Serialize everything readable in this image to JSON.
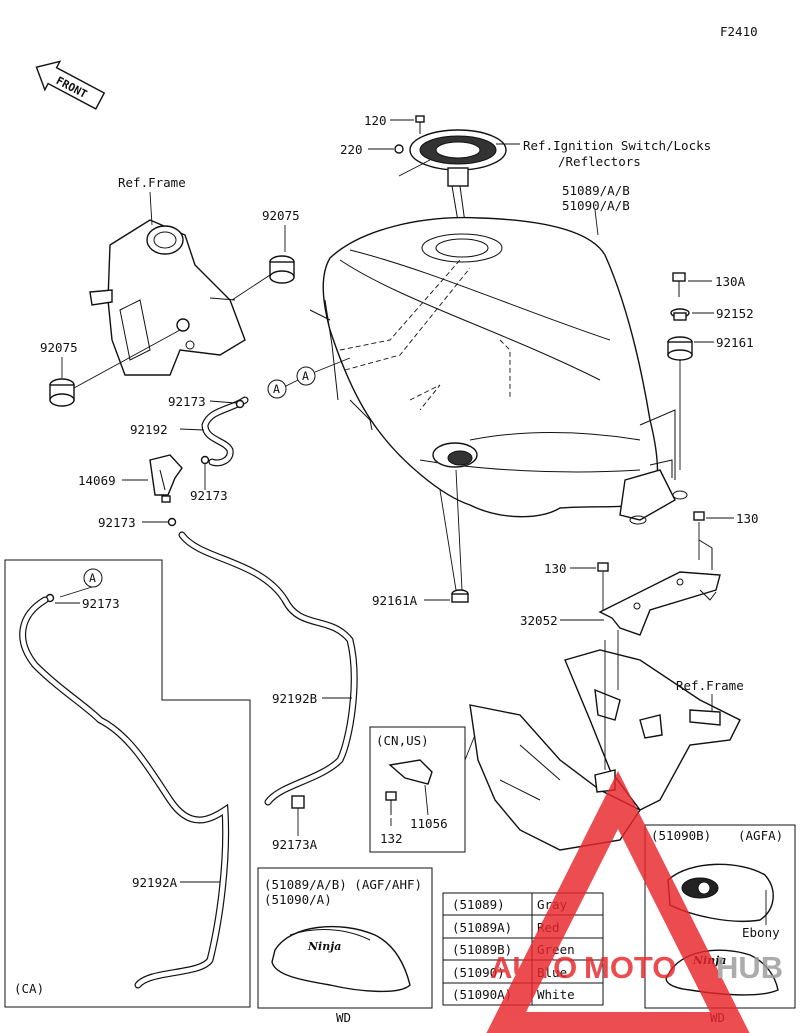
{
  "figure_code": "F2410",
  "front_label": "FRONT",
  "ref_ignition": [
    "Ref.Ignition Switch/Locks",
    "/Reflectors"
  ],
  "ref_frame_top": "Ref.Frame",
  "ref_frame_bottom": "Ref.Frame",
  "callouts": {
    "p120": "120",
    "p220": "220",
    "tank_a": "51089/A/B",
    "tank_b": "51090/A/B",
    "p92075_right": "92075",
    "p92075_left": "92075",
    "p130a": "130A",
    "p92152": "92152",
    "p92161": "92161",
    "p92173_a": "92173",
    "p92192": "92192",
    "p14069": "14069",
    "p92173_b": "92173",
    "p92173_c": "92173",
    "p130_right": "130",
    "p130_mid": "130",
    "p92161a": "92161A",
    "p32052": "32052",
    "p92173_ca": "92173",
    "p92192b": "92192B",
    "p92192a": "92192A",
    "p92173a": "92173A",
    "p132": "132",
    "p11056": "11056",
    "ref_a": "A"
  },
  "cn_us_box": {
    "title": "(CN,US)"
  },
  "ca_box": {
    "title": "(CA)"
  },
  "wd_left": {
    "title_line1": "(51089/A/B) (AGF/AHF)",
    "title_line2": "(51090/A)",
    "footer": "WD",
    "logo_text": "Ninja"
  },
  "color_table": [
    {
      "code": "(51089)",
      "color": "Gray"
    },
    {
      "code": "(51089A)",
      "color": "Red"
    },
    {
      "code": "(51089B)",
      "color": "Green"
    },
    {
      "code": "(51090)",
      "color": "Blue"
    },
    {
      "code": "(51090A)",
      "color": "White"
    }
  ],
  "wd_right": {
    "code": "(51090B)",
    "variant": "(AGFA)",
    "color_label": "Ebony",
    "footer": "WD",
    "logo_text": "Ninja"
  },
  "watermark": {
    "part1": "AUTO",
    "part2": "MOTO",
    "part3": "HUB"
  },
  "colors": {
    "line": "#111111",
    "watermark_red": "#e8262a",
    "watermark_gray": "#9a9a9a"
  }
}
